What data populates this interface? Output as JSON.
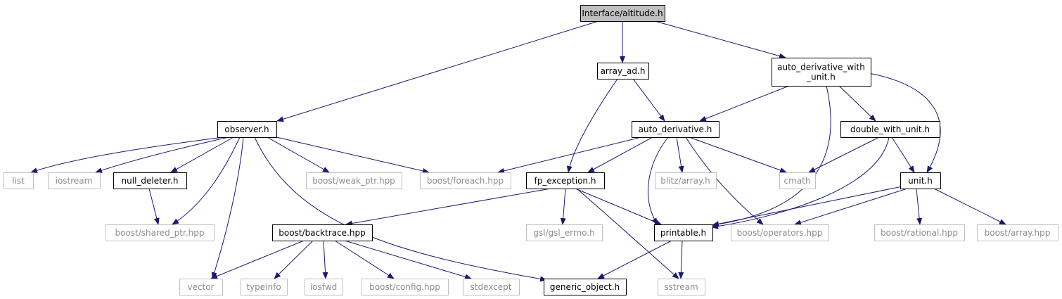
{
  "graph": {
    "colors": {
      "edge": "#191970",
      "root_fill": "#bfbfbf",
      "external_border": "#bfbfbf",
      "external_text": "#8c8c8c",
      "normal_border": "#000000"
    },
    "nodes": [
      {
        "id": "altitude",
        "lines": [
          "Interface/altitude.h"
        ],
        "kind": "root"
      },
      {
        "id": "array_ad",
        "lines": [
          "array_ad.h"
        ],
        "kind": "normal"
      },
      {
        "id": "auto_deriv_unit",
        "lines": [
          "auto_derivative_with",
          "_unit.h"
        ],
        "kind": "normal"
      },
      {
        "id": "observer",
        "lines": [
          "observer.h"
        ],
        "kind": "normal"
      },
      {
        "id": "auto_derivative",
        "lines": [
          "auto_derivative.h"
        ],
        "kind": "normal"
      },
      {
        "id": "double_with_unit",
        "lines": [
          "double_with_unit.h"
        ],
        "kind": "normal"
      },
      {
        "id": "list",
        "lines": [
          "list"
        ],
        "kind": "external"
      },
      {
        "id": "iostream",
        "lines": [
          "iostream"
        ],
        "kind": "external"
      },
      {
        "id": "null_deleter",
        "lines": [
          "null_deleter.h"
        ],
        "kind": "normal"
      },
      {
        "id": "weak_ptr",
        "lines": [
          "boost/weak_ptr.hpp"
        ],
        "kind": "external"
      },
      {
        "id": "foreach",
        "lines": [
          "boost/foreach.hpp"
        ],
        "kind": "external"
      },
      {
        "id": "fp_exception",
        "lines": [
          "fp_exception.h"
        ],
        "kind": "normal"
      },
      {
        "id": "blitz",
        "lines": [
          "blitz/array.h"
        ],
        "kind": "external"
      },
      {
        "id": "cmath",
        "lines": [
          "cmath"
        ],
        "kind": "external"
      },
      {
        "id": "unit",
        "lines": [
          "unit.h"
        ],
        "kind": "normal"
      },
      {
        "id": "shared_ptr",
        "lines": [
          "boost/shared_ptr.hpp"
        ],
        "kind": "external"
      },
      {
        "id": "backtrace",
        "lines": [
          "boost/backtrace.hpp"
        ],
        "kind": "normal"
      },
      {
        "id": "gsl_errno",
        "lines": [
          "gsl/gsl_errno.h"
        ],
        "kind": "external"
      },
      {
        "id": "printable",
        "lines": [
          "printable.h"
        ],
        "kind": "normal"
      },
      {
        "id": "operators",
        "lines": [
          "boost/operators.hpp"
        ],
        "kind": "external"
      },
      {
        "id": "rational",
        "lines": [
          "boost/rational.hpp"
        ],
        "kind": "external"
      },
      {
        "id": "barray",
        "lines": [
          "boost/array.hpp"
        ],
        "kind": "external"
      },
      {
        "id": "vector",
        "lines": [
          "vector"
        ],
        "kind": "external"
      },
      {
        "id": "typeinfo",
        "lines": [
          "typeinfo"
        ],
        "kind": "external"
      },
      {
        "id": "iosfwd",
        "lines": [
          "iosfwd"
        ],
        "kind": "external"
      },
      {
        "id": "config",
        "lines": [
          "boost/config.hpp"
        ],
        "kind": "external"
      },
      {
        "id": "stdexcept",
        "lines": [
          "stdexcept"
        ],
        "kind": "external"
      },
      {
        "id": "generic_object",
        "lines": [
          "generic_object.h"
        ],
        "kind": "normal"
      },
      {
        "id": "sstream",
        "lines": [
          "sstream"
        ],
        "kind": "external"
      }
    ],
    "edges": [
      {
        "from": "altitude",
        "to": "array_ad"
      },
      {
        "from": "altitude",
        "to": "auto_deriv_unit"
      },
      {
        "from": "altitude",
        "to": "observer"
      },
      {
        "from": "array_ad",
        "to": "auto_derivative"
      },
      {
        "from": "array_ad",
        "to": "fp_exception"
      },
      {
        "from": "auto_deriv_unit",
        "to": "auto_derivative"
      },
      {
        "from": "auto_deriv_unit",
        "to": "double_with_unit"
      },
      {
        "from": "auto_deriv_unit",
        "to": "unit"
      },
      {
        "from": "auto_deriv_unit",
        "to": "printable"
      },
      {
        "from": "observer",
        "to": "list"
      },
      {
        "from": "observer",
        "to": "iostream"
      },
      {
        "from": "observer",
        "to": "null_deleter"
      },
      {
        "from": "observer",
        "to": "weak_ptr"
      },
      {
        "from": "observer",
        "to": "foreach"
      },
      {
        "from": "observer",
        "to": "shared_ptr"
      },
      {
        "from": "observer",
        "to": "vector"
      },
      {
        "from": "observer",
        "to": "generic_object"
      },
      {
        "from": "null_deleter",
        "to": "shared_ptr"
      },
      {
        "from": "auto_derivative",
        "to": "foreach"
      },
      {
        "from": "auto_derivative",
        "to": "fp_exception"
      },
      {
        "from": "auto_derivative",
        "to": "blitz"
      },
      {
        "from": "auto_derivative",
        "to": "cmath"
      },
      {
        "from": "auto_derivative",
        "to": "printable"
      },
      {
        "from": "auto_derivative",
        "to": "operators"
      },
      {
        "from": "double_with_unit",
        "to": "cmath"
      },
      {
        "from": "double_with_unit",
        "to": "unit"
      },
      {
        "from": "double_with_unit",
        "to": "printable"
      },
      {
        "from": "fp_exception",
        "to": "backtrace"
      },
      {
        "from": "fp_exception",
        "to": "gsl_errno"
      },
      {
        "from": "fp_exception",
        "to": "printable"
      },
      {
        "from": "fp_exception",
        "to": "sstream"
      },
      {
        "from": "unit",
        "to": "printable"
      },
      {
        "from": "unit",
        "to": "operators"
      },
      {
        "from": "unit",
        "to": "rational"
      },
      {
        "from": "unit",
        "to": "barray"
      },
      {
        "from": "backtrace",
        "to": "vector"
      },
      {
        "from": "backtrace",
        "to": "typeinfo"
      },
      {
        "from": "backtrace",
        "to": "iosfwd"
      },
      {
        "from": "backtrace",
        "to": "config"
      },
      {
        "from": "backtrace",
        "to": "stdexcept"
      },
      {
        "from": "printable",
        "to": "generic_object"
      },
      {
        "from": "printable",
        "to": "sstream"
      }
    ]
  }
}
